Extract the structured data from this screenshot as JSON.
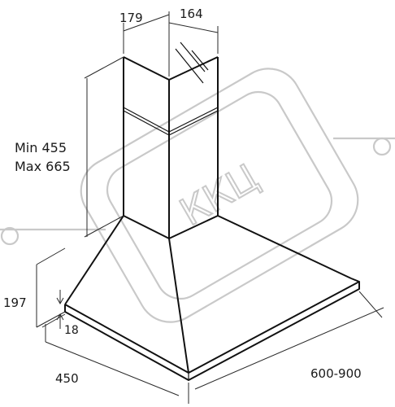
{
  "dimensions": {
    "chimney_width": "179",
    "chimney_depth": "164",
    "height_min": "Min 455",
    "height_max": "Max 665",
    "canopy_height": "197",
    "rim_thickness": "18",
    "hood_depth": "450",
    "hood_width": "600-900"
  },
  "watermark": {
    "text": "ККЦ"
  },
  "colors": {
    "line": "#111111",
    "dimension": "#2a2a2a",
    "watermark": "#c9c9c9",
    "background": "#ffffff"
  }
}
